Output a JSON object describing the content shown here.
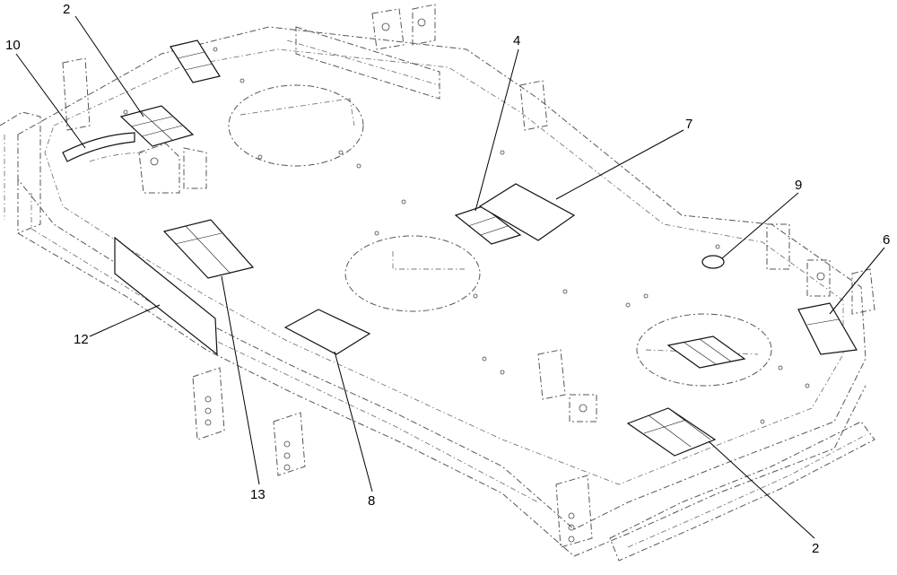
{
  "callouts": {
    "c2_left": "2",
    "c10": "10",
    "c4": "4",
    "c7": "7",
    "c9": "9",
    "c6": "6",
    "c12": "12",
    "c13": "13",
    "c8": "8",
    "c2_right": "2"
  }
}
